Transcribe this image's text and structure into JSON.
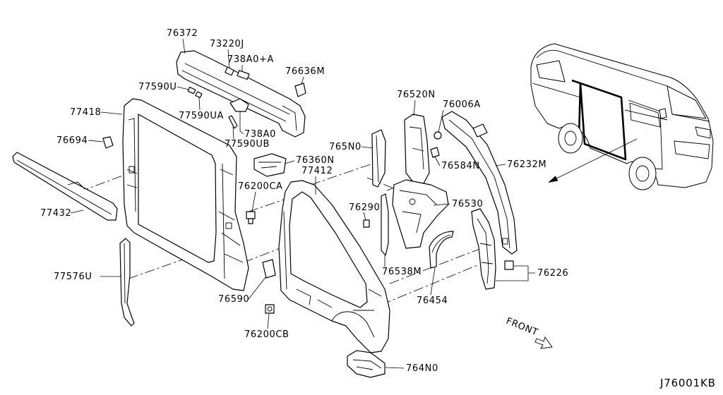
{
  "diagram": {
    "part_numbers": [
      "76372",
      "73220J",
      "738A0+A",
      "76636M",
      "77590U",
      "77418",
      "77590UA",
      "738A0",
      "77590UB",
      "76694",
      "76360N",
      "765N0",
      "76520N",
      "76006A",
      "76584N",
      "76232M",
      "77412",
      "77432",
      "76200CA",
      "76290",
      "76530",
      "77576U",
      "76538M",
      "76454",
      "76226",
      "76590",
      "76200CB",
      "764N0"
    ],
    "direction_label": "FRONT",
    "diagram_code": "J76001KB"
  },
  "colors": {
    "line": "#000000",
    "background": "#ffffff"
  }
}
